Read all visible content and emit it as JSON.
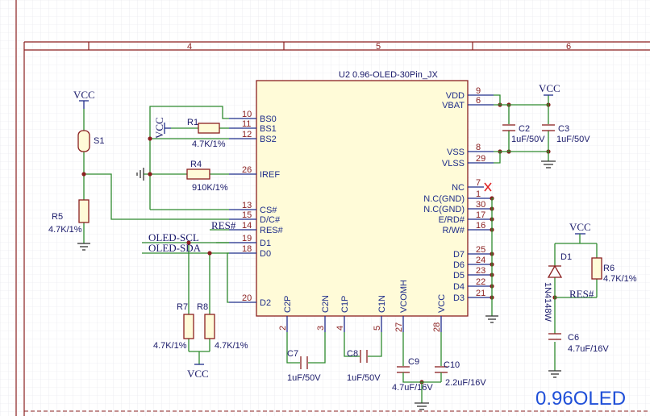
{
  "frame": {
    "zones": [
      "4",
      "5",
      "6"
    ]
  },
  "chip": {
    "designator": "U2",
    "part": "0.96-OLED-30Pin_JX",
    "left_pins": [
      {
        "num": "10",
        "name": "BS0"
      },
      {
        "num": "11",
        "name": "BS1"
      },
      {
        "num": "12",
        "name": "BS2"
      },
      {
        "num": "26",
        "name": "IREF"
      },
      {
        "num": "13",
        "name": "CS#"
      },
      {
        "num": "15",
        "name": "D/C#"
      },
      {
        "num": "14",
        "name": "RES#"
      },
      {
        "num": "19",
        "name": "D1"
      },
      {
        "num": "18",
        "name": "D0"
      },
      {
        "num": "20",
        "name": "D2"
      }
    ],
    "right_pins": [
      {
        "num": "9",
        "name": "VDD"
      },
      {
        "num": "6",
        "name": "VBAT"
      },
      {
        "num": "8",
        "name": "VSS"
      },
      {
        "num": "29",
        "name": "VLSS"
      },
      {
        "num": "7",
        "name": "NC"
      },
      {
        "num": "1",
        "name": "N.C(GND)"
      },
      {
        "num": "30",
        "name": "N.C(GND)"
      },
      {
        "num": "17",
        "name": "E/RD#"
      },
      {
        "num": "16",
        "name": "R/W#"
      },
      {
        "num": "25",
        "name": "D7"
      },
      {
        "num": "24",
        "name": "D6"
      },
      {
        "num": "23",
        "name": "D5"
      },
      {
        "num": "22",
        "name": "D4"
      },
      {
        "num": "21",
        "name": "D3"
      }
    ],
    "bottom_pins": [
      {
        "num": "2",
        "name": "C2P"
      },
      {
        "num": "3",
        "name": "C2N"
      },
      {
        "num": "4",
        "name": "C1P"
      },
      {
        "num": "5",
        "name": "C1N"
      },
      {
        "num": "27",
        "name": "VCOMH"
      },
      {
        "num": "28",
        "name": "VCC"
      }
    ]
  },
  "components": {
    "s1": "S1",
    "r1": {
      "ref": "R1",
      "value": "4.7K/1%"
    },
    "r4": {
      "ref": "R4",
      "value": "910K/1%"
    },
    "r5": {
      "ref": "R5",
      "value": "4.7K/1%"
    },
    "r6": {
      "ref": "R6",
      "value": "4.7K/1%"
    },
    "r7": {
      "ref": "R7",
      "value": "4.7K/1%"
    },
    "r8": {
      "ref": "R8",
      "value": "4.7K/1%"
    },
    "c2": {
      "ref": "C2",
      "value": "1uF/50V"
    },
    "c3": {
      "ref": "C3",
      "value": "1uF/50V"
    },
    "c6": {
      "ref": "C6",
      "value": "4.7uF/16V"
    },
    "c7": {
      "ref": "C7",
      "value": "1uF/50V"
    },
    "c8": {
      "ref": "C8",
      "value": "1uF/50V"
    },
    "c9": {
      "ref": "C9",
      "value": "4.7uF/16V"
    },
    "c10": {
      "ref": "C10",
      "value": "2.2uF/16V"
    },
    "d1": {
      "ref": "D1",
      "value": "1N4148W"
    }
  },
  "nets": {
    "vcc": "VCC",
    "oled_scl": "OLED-SCL",
    "oled_sda": "OLED-SDA",
    "res": "RES#"
  },
  "block_title": "0.96OLED"
}
